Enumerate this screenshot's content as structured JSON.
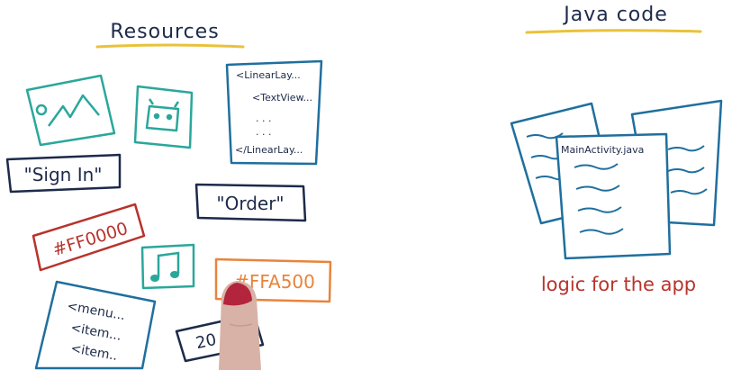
{
  "headings": {
    "resources": "Resources",
    "java_code": "Java code"
  },
  "resources": {
    "layout_xml": {
      "line1": "<LinearLay...",
      "line2": "<TextView...",
      "dots1": ". . .",
      "dots2": ". . .",
      "line5": "</LinearLay..."
    },
    "sign_in_string": "\"Sign In\"",
    "order_string": "\"Order\"",
    "color_red": "#FF0000",
    "color_orange": "#FFA500",
    "dimen": "20 dp",
    "menu_xml": {
      "line1": "<menu...",
      "line2": "<item...",
      "line3": "<item.."
    }
  },
  "java": {
    "file_label": "MainActivity.java",
    "caption": "logic for the app"
  },
  "colors": {
    "ink": "#1d2a4a",
    "teal": "#2aa79b",
    "blue": "#1f6f9e",
    "red": "#b8332c",
    "orange": "#e8843c",
    "yellow_underline": "#e9c23a",
    "finger": "#d8b2a6",
    "fingernail": "#b3243d"
  }
}
